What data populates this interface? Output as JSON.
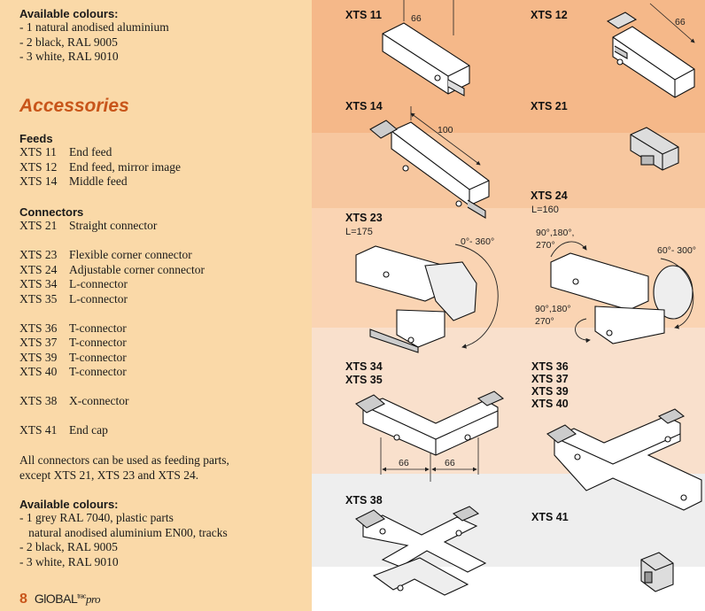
{
  "left_panel": {
    "colours_top": {
      "heading": "Available colours:",
      "items": [
        "- 1 natural anodised aluminium",
        "- 2 black, RAL 9005",
        "- 3 white, RAL 9010"
      ]
    },
    "accessories_title": "Accessories",
    "feeds": {
      "heading": "Feeds",
      "items": [
        {
          "code": "XTS 11",
          "desc": "End feed"
        },
        {
          "code": "XTS 12",
          "desc": "End feed, mirror image"
        },
        {
          "code": "XTS 14",
          "desc": "Middle feed"
        }
      ]
    },
    "connectors": {
      "heading": "Connectors",
      "groups": [
        [
          {
            "code": "XTS 21",
            "desc": "Straight connector"
          }
        ],
        [
          {
            "code": "XTS 23",
            "desc": "Flexible corner connector"
          },
          {
            "code": "XTS 24",
            "desc": "Adjustable corner connector"
          },
          {
            "code": "XTS 34",
            "desc": "L-connector"
          },
          {
            "code": "XTS 35",
            "desc": "L-connector"
          }
        ],
        [
          {
            "code": "XTS 36",
            "desc": "T-connector"
          },
          {
            "code": "XTS 37",
            "desc": "T-connector"
          },
          {
            "code": "XTS 39",
            "desc": "T-connector"
          },
          {
            "code": "XTS 40",
            "desc": "T-connector"
          }
        ],
        [
          {
            "code": "XTS 38",
            "desc": "X-connector"
          }
        ],
        [
          {
            "code": "XTS 41",
            "desc": "End cap"
          }
        ]
      ]
    },
    "note_lines": [
      "All connectors can be used as feeding parts,",
      "except XTS 21, XTS 23 and XTS 24."
    ],
    "colours_bottom": {
      "heading": "Available colours:",
      "items": [
        "- 1 grey RAL 7040, plastic parts",
        "   natural anodised aluminium EN00, tracks",
        "- 2 black, RAL 9005",
        "- 3 white, RAL 9010"
      ]
    },
    "footer": {
      "page_number": "8",
      "brand": "GlOBAL",
      "brand_small": "trac",
      "brand_suffix": "pro"
    }
  },
  "right_panel": {
    "band_colors": [
      "#f5b889",
      "#f7c79f",
      "#fad4b3",
      "#f9e0cc",
      "#eeeeee",
      "#ffffff"
    ],
    "labels": {
      "xts11": "XTS 11",
      "xts12": "XTS 12",
      "xts14": "XTS 14",
      "xts21": "XTS 21",
      "xts24": "XTS 24",
      "xts24_len": "L=160",
      "xts23": "XTS 23",
      "xts23_len": "L=175",
      "xts34": "XTS 34",
      "xts35": "XTS 35",
      "xts36": "XTS 36",
      "xts37": "XTS 37",
      "xts39": "XTS 39",
      "xts40": "XTS 40",
      "xts38": "XTS 38",
      "xts41": "XTS 41"
    },
    "dimensions": {
      "d11": "66",
      "d12": "66",
      "d14": "100",
      "a23": "0°- 360°",
      "a24_top_1": "90°,180°,",
      "a24_top_2": "270°",
      "a24_right": "60°- 300°",
      "a24_bot_1": "90°,180°",
      "a24_bot_2": "270°",
      "d34_a": "66",
      "d34_b": "66"
    }
  }
}
